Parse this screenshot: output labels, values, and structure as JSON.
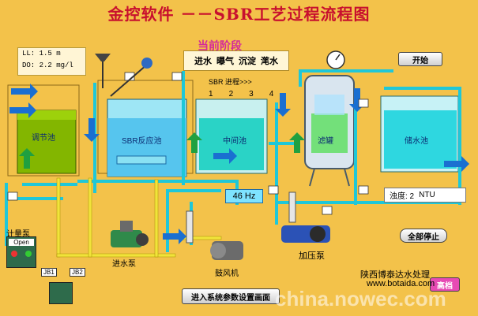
{
  "title": "金控软件 －－SBR工艺过程流程图",
  "levels": {
    "ll": "LL: 1.5 m",
    "do": "DO: 2.2 mg/l"
  },
  "stage": {
    "heading": "当前阶段",
    "steps": [
      "进水",
      "曝气",
      "沉淀",
      "滗水"
    ],
    "sbr_tag": "SBR 进程>>>",
    "numbers": [
      "1",
      "2",
      "3",
      "4"
    ]
  },
  "tanks": {
    "regulating": "调节池",
    "sbr": "SBR反应池",
    "middle": "中间池",
    "filter": "滤罐",
    "storage": "储水池"
  },
  "readouts": {
    "hz": "46 Hz",
    "turbidity": "浊度: 2",
    "turbidity_unit": "NTU"
  },
  "labels": {
    "metering_pump": "计量泵",
    "inlet_pump": "进水泵",
    "blower": "鼓风机",
    "booster_pump": "加压泵",
    "jb1": "JB1",
    "jb2": "JB2",
    "open": "Open"
  },
  "buttons": {
    "start": "开始",
    "stop_all": "全部停止",
    "settings": "进入系统参数设置画面",
    "high_level": "高档"
  },
  "watermark": {
    "company": "陕西博泰达水处理",
    "url": "www.botaida.com",
    "site": "china.nowec.com"
  }
}
